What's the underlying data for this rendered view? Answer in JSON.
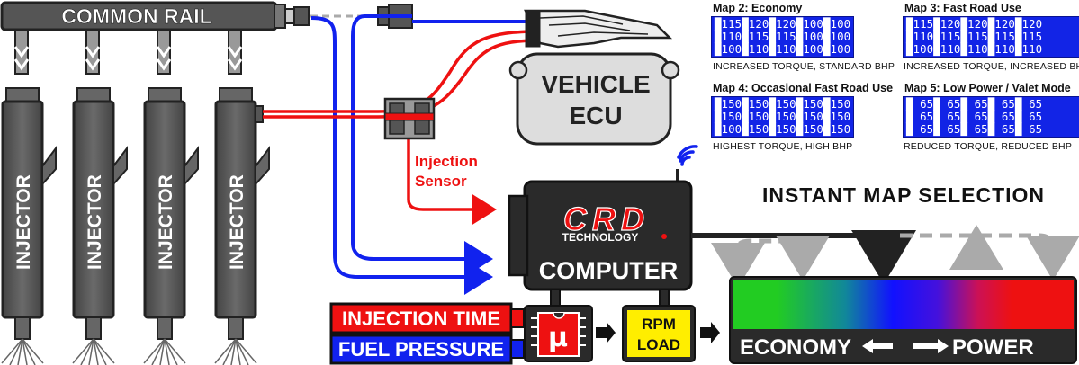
{
  "rail_label": "COMMON RAIL",
  "injector_label": "INJECTOR",
  "ecu_label_line1": "VEHICLE",
  "ecu_label_line2": "ECU",
  "sensor_label_line1": "Injection",
  "sensor_label_line2": "Sensor",
  "brand_logo_text": "CRD",
  "brand_sub": "TECHNOLOGY",
  "computer_label": "COMPUTER",
  "input_injection_time": "INJECTION TIME",
  "input_fuel_pressure": "FUEL PRESSURE",
  "micro_symbol": "µ",
  "rpm_label": "RPM",
  "load_label": "LOAD",
  "instant_map_selection": "INSTANT MAP SELECTION",
  "scale_economy": "ECONOMY",
  "scale_power": "POWER",
  "colors": {
    "rail": "#555555",
    "injector": "#575757",
    "red_wire": "#ee1111",
    "blue_wire": "#1122ee",
    "lcd": "#1224e6",
    "rpm_box": "#ffee00",
    "dashed_arrow": "#aaaaaa"
  },
  "maps": [
    {
      "title": "Map 2: Economy",
      "rows": [
        "█115█120█120█100█100",
        "█110█115█115█100█100",
        "█100█110█110█100█100"
      ],
      "desc": "INCREASED TORQUE, STANDARD BHP"
    },
    {
      "title": "Map 3: Fast Road Use",
      "rows": [
        "█115█120█120█120█120",
        "█110█115█115█115█115",
        "█100█110█110█110█110"
      ],
      "desc": "INCREASED TORQUE, INCREASED BHP"
    },
    {
      "title": "Map 4: Occasional Fast Road Use",
      "rows": [
        "█150█150█150█150█150",
        "█150█150█150█150█150",
        "█100█150█150█150█150"
      ],
      "desc": "HIGHEST TORQUE, HIGH BHP"
    },
    {
      "title": "Map 5: Low Power / Valet Mode",
      "rows": [
        "█ 65█ 65█ 65█ 65█ 65",
        "█ 65█ 65█ 65█ 65█ 65",
        "█ 65█ 65█ 65█ 65█ 65"
      ],
      "desc": "REDUCED TORQUE, REDUCED BHP"
    }
  ]
}
